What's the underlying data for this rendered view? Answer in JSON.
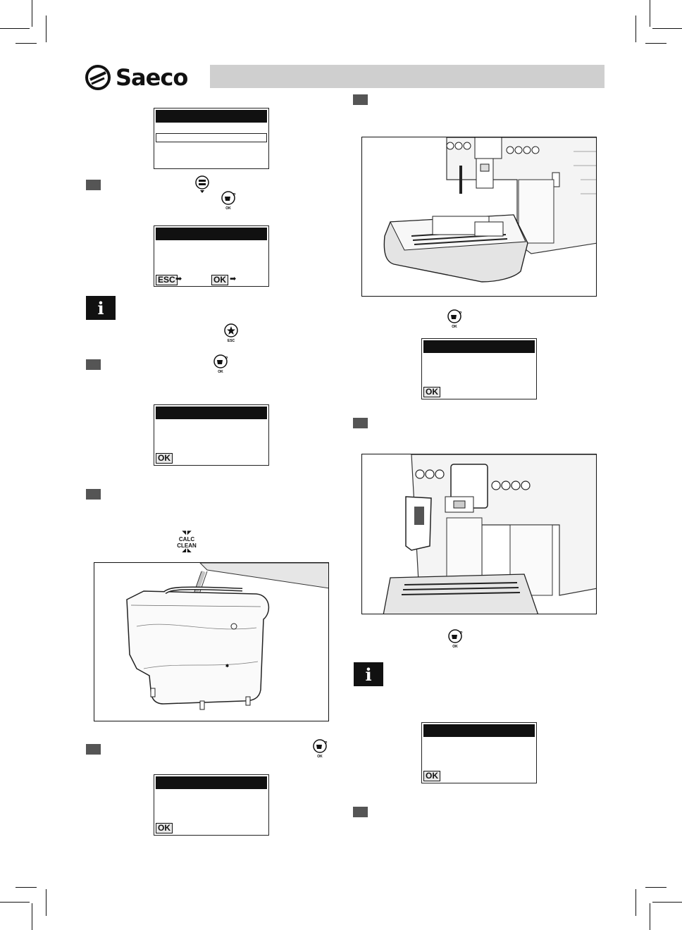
{
  "brand": {
    "name": "Saeco"
  },
  "icons": {
    "logo": "saeco-swirl-logo",
    "step": "step-marker",
    "info": "information-icon",
    "ok_button": "cup-ok-button-icon",
    "esc_button": "star-esc-button-icon",
    "menu_button": "menu-scroll-button-icon",
    "calc_clean": "calc-clean-indicator-icon"
  },
  "labels": {
    "ok": "OK",
    "esc": "ESC",
    "arrow": "➡",
    "btn_ok_caption": "OK",
    "btn_esc_caption": "ESC",
    "calc": "CALC",
    "clean": "CLEAN",
    "info_letter": "i"
  },
  "colors": {
    "header_bar": "#cfcfcf",
    "step_marker": "#555555",
    "lcd_bar": "#111111"
  }
}
